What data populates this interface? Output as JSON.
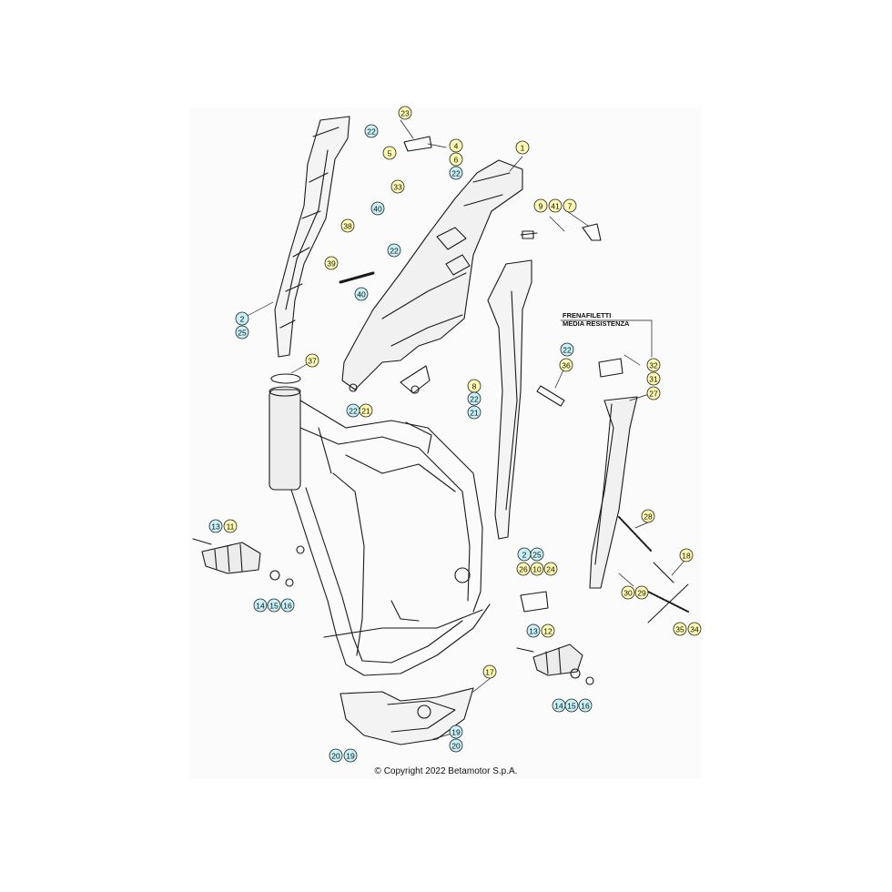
{
  "diagram": {
    "note_line1": "FRENAFILETTI",
    "note_line2": "MEDIA RESISTENZA",
    "copyright": "© Copyright 2022 Betamotor S.p.A.",
    "callouts": [
      {
        "id": "c1",
        "label": "1",
        "color": "yellow"
      },
      {
        "id": "c2a",
        "label": "2",
        "color": "cyan"
      },
      {
        "id": "c25a",
        "label": "25",
        "color": "cyan"
      },
      {
        "id": "c4",
        "label": "4",
        "color": "yellow"
      },
      {
        "id": "c5",
        "label": "5",
        "color": "yellow"
      },
      {
        "id": "c6",
        "label": "6",
        "color": "yellow"
      },
      {
        "id": "c7",
        "label": "7",
        "color": "yellow"
      },
      {
        "id": "c8",
        "label": "8",
        "color": "yellow"
      },
      {
        "id": "c9",
        "label": "9",
        "color": "yellow"
      },
      {
        "id": "c41",
        "label": "41",
        "color": "yellow"
      },
      {
        "id": "c22a",
        "label": "22",
        "color": "cyan"
      },
      {
        "id": "c22b",
        "label": "22",
        "color": "cyan"
      },
      {
        "id": "c22c",
        "label": "22",
        "color": "cyan"
      },
      {
        "id": "c22d",
        "label": "22",
        "color": "cyan"
      },
      {
        "id": "c22e",
        "label": "22",
        "color": "cyan"
      },
      {
        "id": "c22f",
        "label": "22",
        "color": "cyan"
      },
      {
        "id": "c21a",
        "label": "21",
        "color": "yellow"
      },
      {
        "id": "c21b",
        "label": "21",
        "color": "cyan"
      },
      {
        "id": "c23",
        "label": "23",
        "color": "yellow"
      },
      {
        "id": "c33",
        "label": "33",
        "color": "yellow"
      },
      {
        "id": "c38",
        "label": "38",
        "color": "yellow"
      },
      {
        "id": "c40a",
        "label": "40",
        "color": "cyan"
      },
      {
        "id": "c40b",
        "label": "40",
        "color": "cyan"
      },
      {
        "id": "c39",
        "label": "39",
        "color": "yellow"
      },
      {
        "id": "c37",
        "label": "37",
        "color": "yellow"
      },
      {
        "id": "c36",
        "label": "36",
        "color": "yellow"
      },
      {
        "id": "c32",
        "label": "32",
        "color": "yellow"
      },
      {
        "id": "c31",
        "label": "31",
        "color": "yellow"
      },
      {
        "id": "c27",
        "label": "27",
        "color": "yellow"
      },
      {
        "id": "c28",
        "label": "28",
        "color": "yellow"
      },
      {
        "id": "c30",
        "label": "30",
        "color": "yellow"
      },
      {
        "id": "c29",
        "label": "29",
        "color": "yellow"
      },
      {
        "id": "c18",
        "label": "18",
        "color": "yellow"
      },
      {
        "id": "c35",
        "label": "35",
        "color": "yellow"
      },
      {
        "id": "c34",
        "label": "34",
        "color": "yellow"
      },
      {
        "id": "c13a",
        "label": "13",
        "color": "cyan"
      },
      {
        "id": "c11",
        "label": "11",
        "color": "yellow"
      },
      {
        "id": "c14a",
        "label": "14",
        "color": "cyan"
      },
      {
        "id": "c15a",
        "label": "15",
        "color": "cyan"
      },
      {
        "id": "c16a",
        "label": "16",
        "color": "cyan"
      },
      {
        "id": "c2b",
        "label": "2",
        "color": "cyan"
      },
      {
        "id": "c25b",
        "label": "25",
        "color": "cyan"
      },
      {
        "id": "c26",
        "label": "26",
        "color": "yellow"
      },
      {
        "id": "c10",
        "label": "10",
        "color": "yellow"
      },
      {
        "id": "c24",
        "label": "24",
        "color": "yellow"
      },
      {
        "id": "c13b",
        "label": "13",
        "color": "cyan"
      },
      {
        "id": "c12",
        "label": "12",
        "color": "yellow"
      },
      {
        "id": "c14b",
        "label": "14",
        "color": "cyan"
      },
      {
        "id": "c15b",
        "label": "15",
        "color": "cyan"
      },
      {
        "id": "c16b",
        "label": "16",
        "color": "cyan"
      },
      {
        "id": "c17",
        "label": "17",
        "color": "yellow"
      },
      {
        "id": "c19a",
        "label": "19",
        "color": "cyan"
      },
      {
        "id": "c20a",
        "label": "20",
        "color": "cyan"
      },
      {
        "id": "c20b",
        "label": "20",
        "color": "cyan"
      },
      {
        "id": "c19b",
        "label": "19",
        "color": "cyan"
      }
    ]
  },
  "colors": {
    "yellow": "#fffbb0",
    "cyan": "#c6f1f7",
    "ink": "#1a1a1a"
  }
}
